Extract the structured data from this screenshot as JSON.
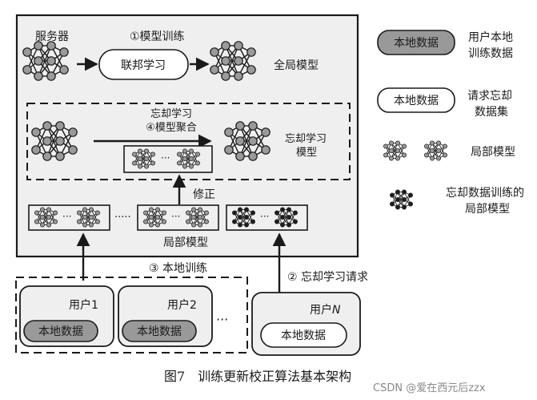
{
  "server": {
    "label": "服务器",
    "training_step": "①模型训练",
    "federated_learning": "联邦学习",
    "global_model": "全局模型"
  },
  "unlearning": {
    "step_line1": "忘却学习",
    "step_line2": "④模型聚合",
    "model_line1": "忘却学习",
    "model_line2": "模型"
  },
  "correction": "修正",
  "local_models_label": "局部模型",
  "local_training_step": "③ 本地训练",
  "unlearning_request_step": "② 忘却学习请求",
  "users": [
    {
      "prefix": "用户",
      "id": "1",
      "data": "本地数据"
    },
    {
      "prefix": "用户",
      "id": "2",
      "data": "本地数据"
    },
    {
      "prefix": "用户",
      "id": "N",
      "data": "本地数据"
    }
  ],
  "legend": {
    "local_data_box": "本地数据",
    "local_data_text_line1": "用户本地",
    "local_data_text_line2": "训练数据",
    "forget_data_box": "本地数据",
    "forget_data_text_line1": "请求忘却",
    "forget_data_text_line2": "数据集",
    "local_model_text": "局部模型",
    "forget_model_text_line1": "忘却数据训练的",
    "forget_model_text_line2": "局部模型"
  },
  "caption": "图7　训练更新校正算法基本架构",
  "watermark": "CSDN @爱在西元后zzx",
  "colors": {
    "panel_fill": "#efefef",
    "node_fill": "#9a9a9a",
    "node_dark": "#1e1e1e",
    "line": "#1a1a1a"
  }
}
